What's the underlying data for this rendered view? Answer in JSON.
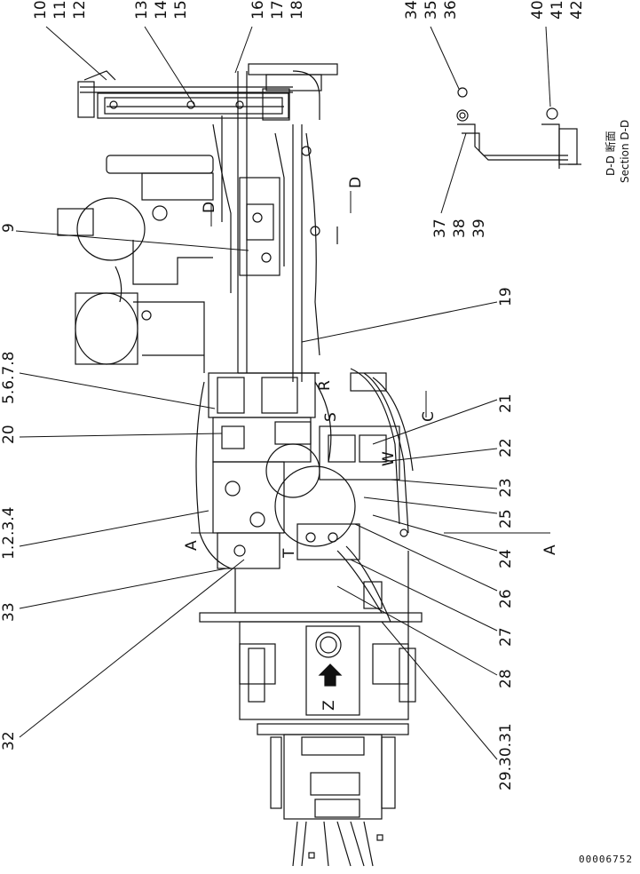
{
  "callouts": {
    "c10_12": [
      "10",
      "11",
      "12"
    ],
    "c13_15": [
      "13",
      "14",
      "15"
    ],
    "c16_18": [
      "16",
      "17",
      "18"
    ],
    "c34_36": [
      "34",
      "35",
      "36"
    ],
    "c40_42": [
      "40",
      "41",
      "42"
    ],
    "c37_39": [
      "37",
      "38",
      "39"
    ],
    "c9": "9",
    "c19": "19",
    "c5678": "5.6.7.8",
    "c20": "20",
    "c21": "21",
    "c22": "22",
    "c23": "23",
    "c1234": "1.2.3.4",
    "c25": "25",
    "c24": "24",
    "c26": "26",
    "c33": "33",
    "c27": "27",
    "c28": "28",
    "c32": "32",
    "c29_31": "29.30.31"
  },
  "section_marks": {
    "d_top": "D",
    "d_right": "D",
    "a_left": "A",
    "a_right": "A",
    "c_mark": "C",
    "s_mark": "S",
    "r_mark": "R",
    "w_mark": "W",
    "t_mark": "T",
    "z_mark": "Z"
  },
  "section_caption": {
    "jp": "D-D 断面",
    "en": "Section D-D"
  },
  "image_number": "00006752"
}
